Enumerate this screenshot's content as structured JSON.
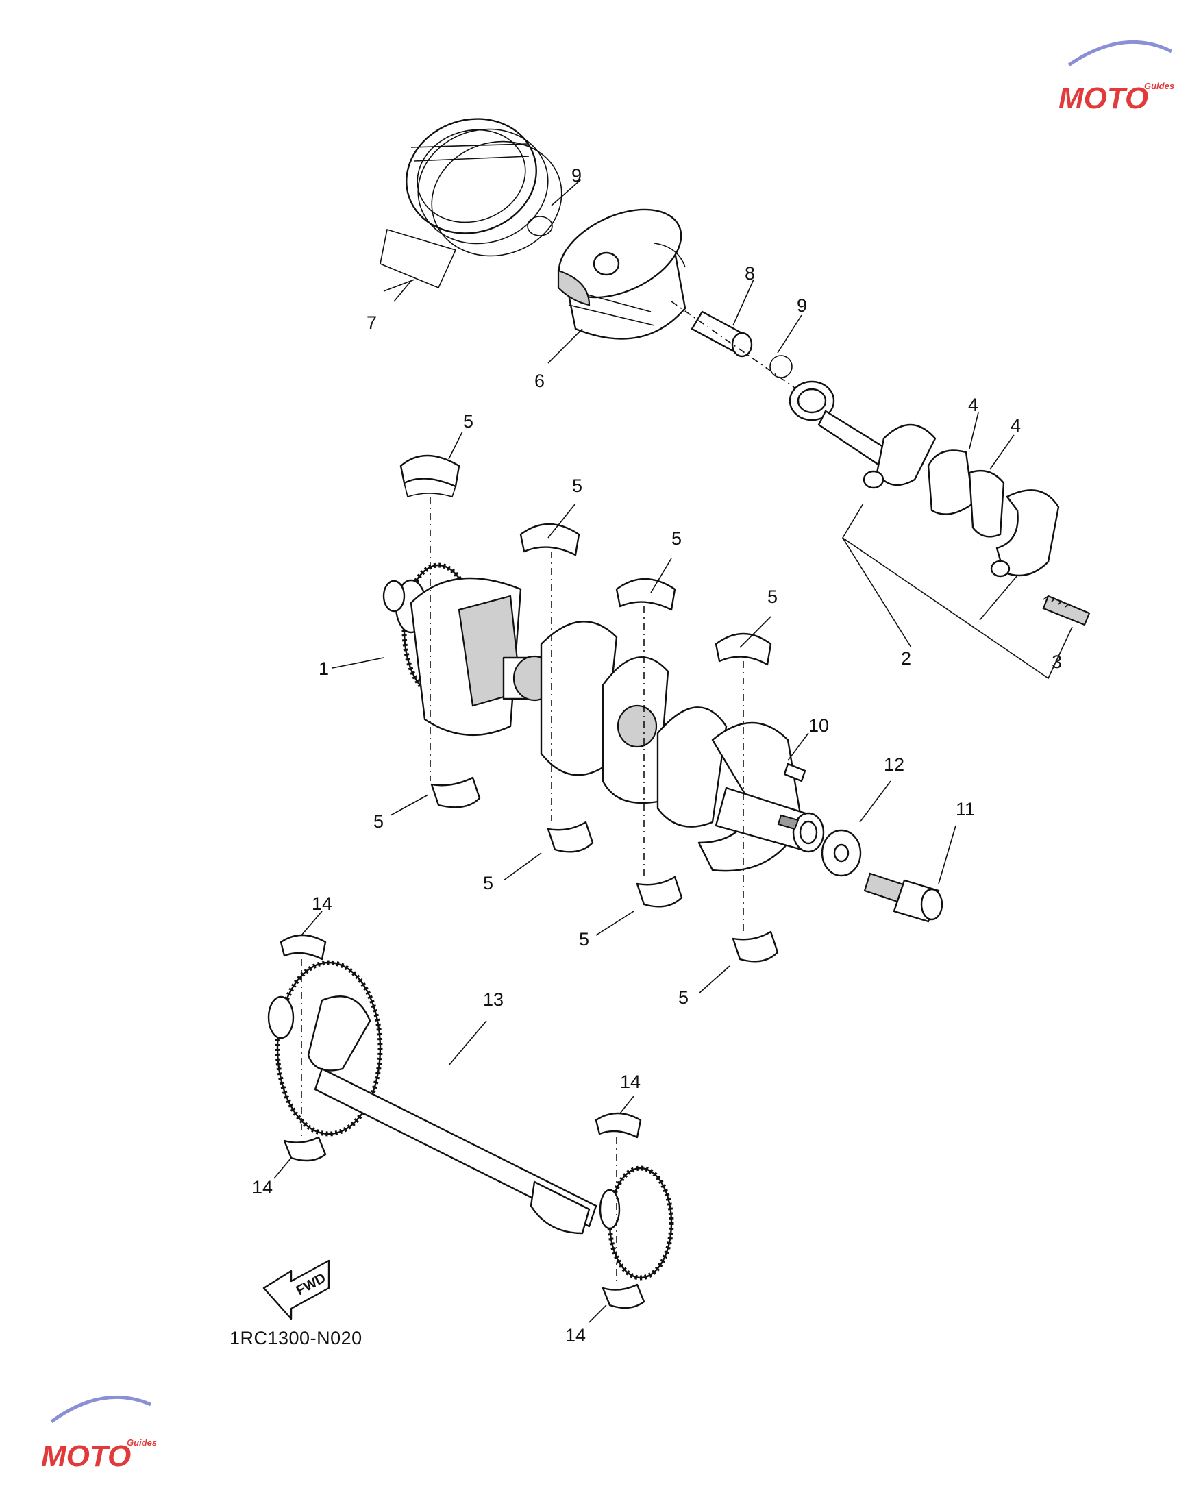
{
  "callouts": {
    "c1": "1",
    "c2": "2",
    "c3": "3",
    "c4a": "4",
    "c4b": "4",
    "c5": "5",
    "c6": "6",
    "c7": "7",
    "c8": "8",
    "c9a": "9",
    "c9b": "9",
    "c10": "10",
    "c11": "11",
    "c12": "12",
    "c13": "13",
    "c14": "14"
  },
  "diagram_code": "1RC1300-N020",
  "fwd_label": "FWD",
  "watermark": {
    "text": "MOTO",
    "sub": "Guides",
    "color_red": "#e23a3a",
    "color_blue": "#8a8fd6"
  }
}
